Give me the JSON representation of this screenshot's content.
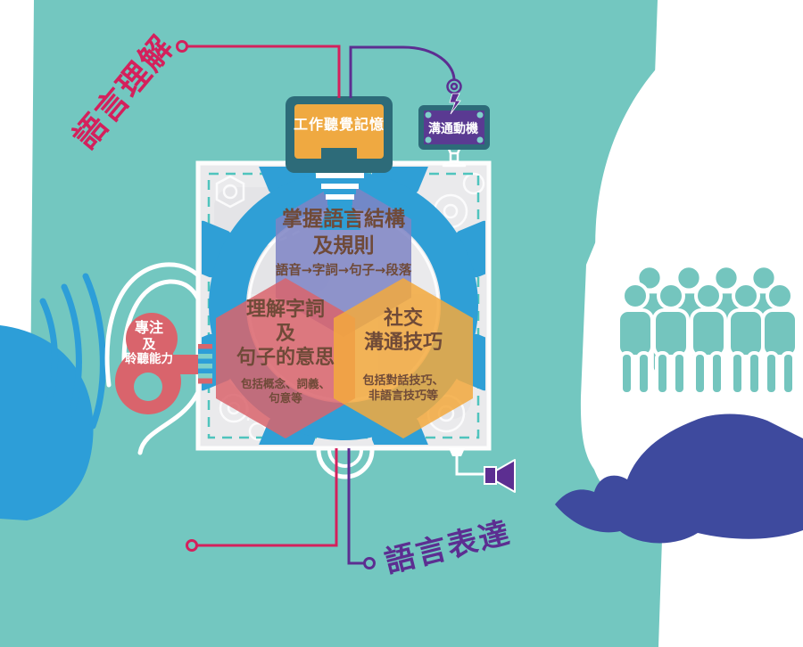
{
  "colors": {
    "background_teal": "#73c7c0",
    "blue": "#2d9ed8",
    "crimson": "#d4205c",
    "purple": "#5c2e91",
    "navy_blob": "#3e4a9e",
    "monitor_border_teal": "#2d6b79",
    "monitor_orange": "#efa941",
    "motivation_purple": "#5a3a92",
    "box_gray": "#eaeaec",
    "dashed_teal": "#4fc4bd",
    "hex_purple": "#7e84c4",
    "hex_red": "#d9646c",
    "hex_orange": "#f3a93d",
    "hex_text_brown": "#6f4a38",
    "ear_blob_red": "#d9646c"
  },
  "labels": {
    "comprehension": "語言理解",
    "expression": "語言表達"
  },
  "boxes": {
    "working_memory": "工作聽覺記憶",
    "motivation": "溝通動機"
  },
  "ear": {
    "line1": "專注",
    "line2": "及",
    "line3": "聆聽能力"
  },
  "hexagons": [
    {
      "id": "language-structure",
      "title1": "掌握語言結構",
      "title2": "及規則",
      "flow": "語音→字詞→句子→段落"
    },
    {
      "id": "word-sentence-meaning",
      "title1": "理解字詞",
      "title2": "及",
      "title3": "句子的意思",
      "sub1": "包括概念、詞義、",
      "sub2": "句意等"
    },
    {
      "id": "social-communication",
      "title1": "社交",
      "title2": "溝通技巧",
      "sub1": "包括對話技巧、",
      "sub2": "非語言技巧等"
    }
  ]
}
